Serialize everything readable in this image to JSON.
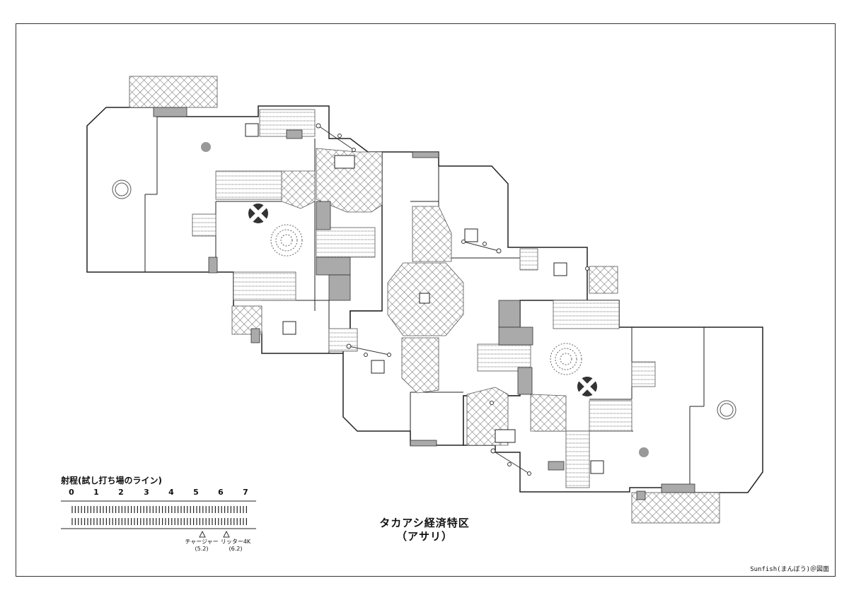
{
  "map": {
    "title_line1": "タカアシ経済特区",
    "title_line2": "（アサリ）",
    "credit": "Sunfish(まんぼう)＠図面"
  },
  "scale": {
    "title": "射程(試し打ち場のライン)",
    "ticks": [
      "0",
      "1",
      "2",
      "3",
      "4",
      "5",
      "6",
      "7"
    ],
    "markers": [
      {
        "name": "チャージャー",
        "value": "(5.2)"
      },
      {
        "name": "リッター4K",
        "value": "(6.2)"
      }
    ]
  }
}
